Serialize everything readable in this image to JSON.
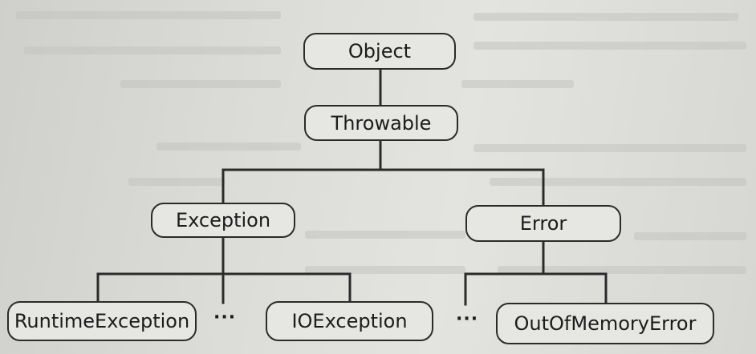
{
  "diagram": {
    "nodes": {
      "object": "Object",
      "throwable": "Throwable",
      "exception": "Exception",
      "error": "Error",
      "runtime_exception": "RuntimeException",
      "io_exception": "IOException",
      "out_of_memory_error": "OutOfMemoryError"
    },
    "ellipsis_exception": "···",
    "ellipsis_error": "···"
  },
  "colors": {
    "line": "#2b2b2b",
    "node_border": "#2b2b2b",
    "node_fill": "#e6e6e2"
  }
}
